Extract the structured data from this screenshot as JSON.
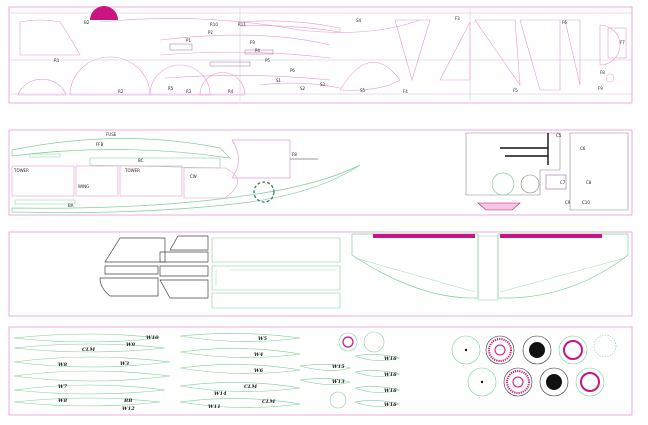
{
  "sheet1": {
    "labels": [
      "B2",
      "P1",
      "P2",
      "P3",
      "P4",
      "P5",
      "P6",
      "R1",
      "R2",
      "R3",
      "R4",
      "R5",
      "S1",
      "S2",
      "S3",
      "S4",
      "S5",
      "F3",
      "F4",
      "F5",
      "F6",
      "F7",
      "F8",
      "F9",
      "R10",
      "R11"
    ]
  },
  "sheet2": {
    "labels": [
      "FUSE",
      "FFB",
      "BC",
      "TOWER",
      "WING",
      "TOWER",
      "CW",
      "C5",
      "C6",
      "C7",
      "C8",
      "C9",
      "C10",
      "BA",
      "F8"
    ]
  },
  "sheet3": {
    "labels": []
  },
  "sheet4": {
    "labels": [
      "W10",
      "W9",
      "CLM",
      "W8",
      "W3",
      "W5",
      "W4",
      "W6",
      "W7",
      "W8",
      "BB",
      "W14",
      "CLM",
      "W11",
      "W13",
      "W15",
      "W16",
      "W16",
      "W16",
      "W16",
      "CLM",
      "W12"
    ]
  },
  "colors": {
    "outline": "#e89ad6",
    "green": "#7fcf9a",
    "magenta": "#c8157f",
    "dark": "#333333",
    "purple": "#9b6bb5",
    "gray": "#555555"
  }
}
